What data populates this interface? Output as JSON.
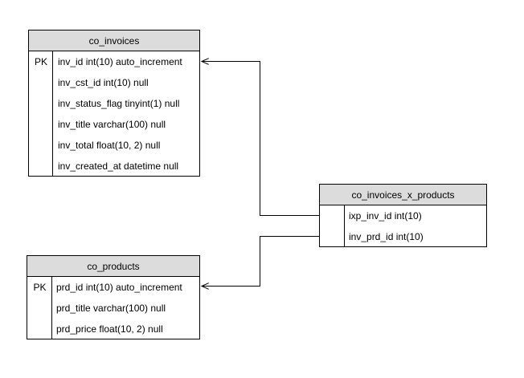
{
  "tables": {
    "invoices": {
      "name": "co_invoices",
      "rows": [
        {
          "key": "PK",
          "column": "inv_id int(10) auto_increment"
        },
        {
          "key": "",
          "column": "inv_cst_id int(10) null"
        },
        {
          "key": "",
          "column": "inv_status_flag tinyint(1) null"
        },
        {
          "key": "",
          "column": "inv_title varchar(100) null"
        },
        {
          "key": "",
          "column": "inv_total float(10, 2) null"
        },
        {
          "key": "",
          "column": "inv_created_at datetime null"
        }
      ]
    },
    "products": {
      "name": "co_products",
      "rows": [
        {
          "key": "PK",
          "column": "prd_id int(10) auto_increment"
        },
        {
          "key": "",
          "column": "prd_title varchar(100) null"
        },
        {
          "key": "",
          "column": "prd_price float(10, 2) null"
        }
      ]
    },
    "invoices_x_products": {
      "name": "co_invoices_x_products",
      "rows": [
        {
          "key": "",
          "column": "ixp_inv_id int(10)"
        },
        {
          "key": "",
          "column": "inv_prd_id int(10)"
        }
      ]
    }
  },
  "colors": {
    "header_bg": "#dcdcdc",
    "border": "#000000",
    "background": "#ffffff"
  }
}
